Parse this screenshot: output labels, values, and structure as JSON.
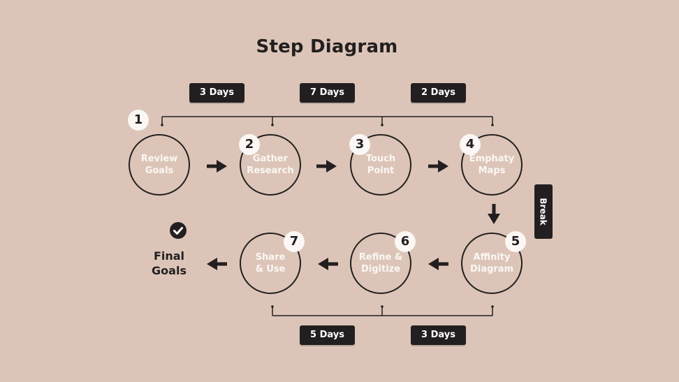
{
  "title": "Step Diagram",
  "durations_top": [
    "3 Days",
    "7 Days",
    "2 Days"
  ],
  "durations_bottom": [
    "5 Days",
    "3 Days"
  ],
  "steps": [
    {
      "number": "1",
      "label": "Review\nGoals"
    },
    {
      "number": "2",
      "label": "Gather\nResearch"
    },
    {
      "number": "3",
      "label": "Touch\nPoint"
    },
    {
      "number": "4",
      "label": "Emphaty\nMaps"
    },
    {
      "number": "5",
      "label": "Affinity\nDiagram"
    },
    {
      "number": "6",
      "label": "Refine &\nDigitize"
    },
    {
      "number": "7",
      "label": "Share\n& Use"
    }
  ],
  "break_label": "Break",
  "final_label": "Final\nGoals",
  "colors": {
    "background": "#dcc5b8",
    "ink": "#231f20",
    "light": "#fbf7f4"
  },
  "icons": {
    "final": "check-circle-icon",
    "arrows": "arrow-icon"
  }
}
